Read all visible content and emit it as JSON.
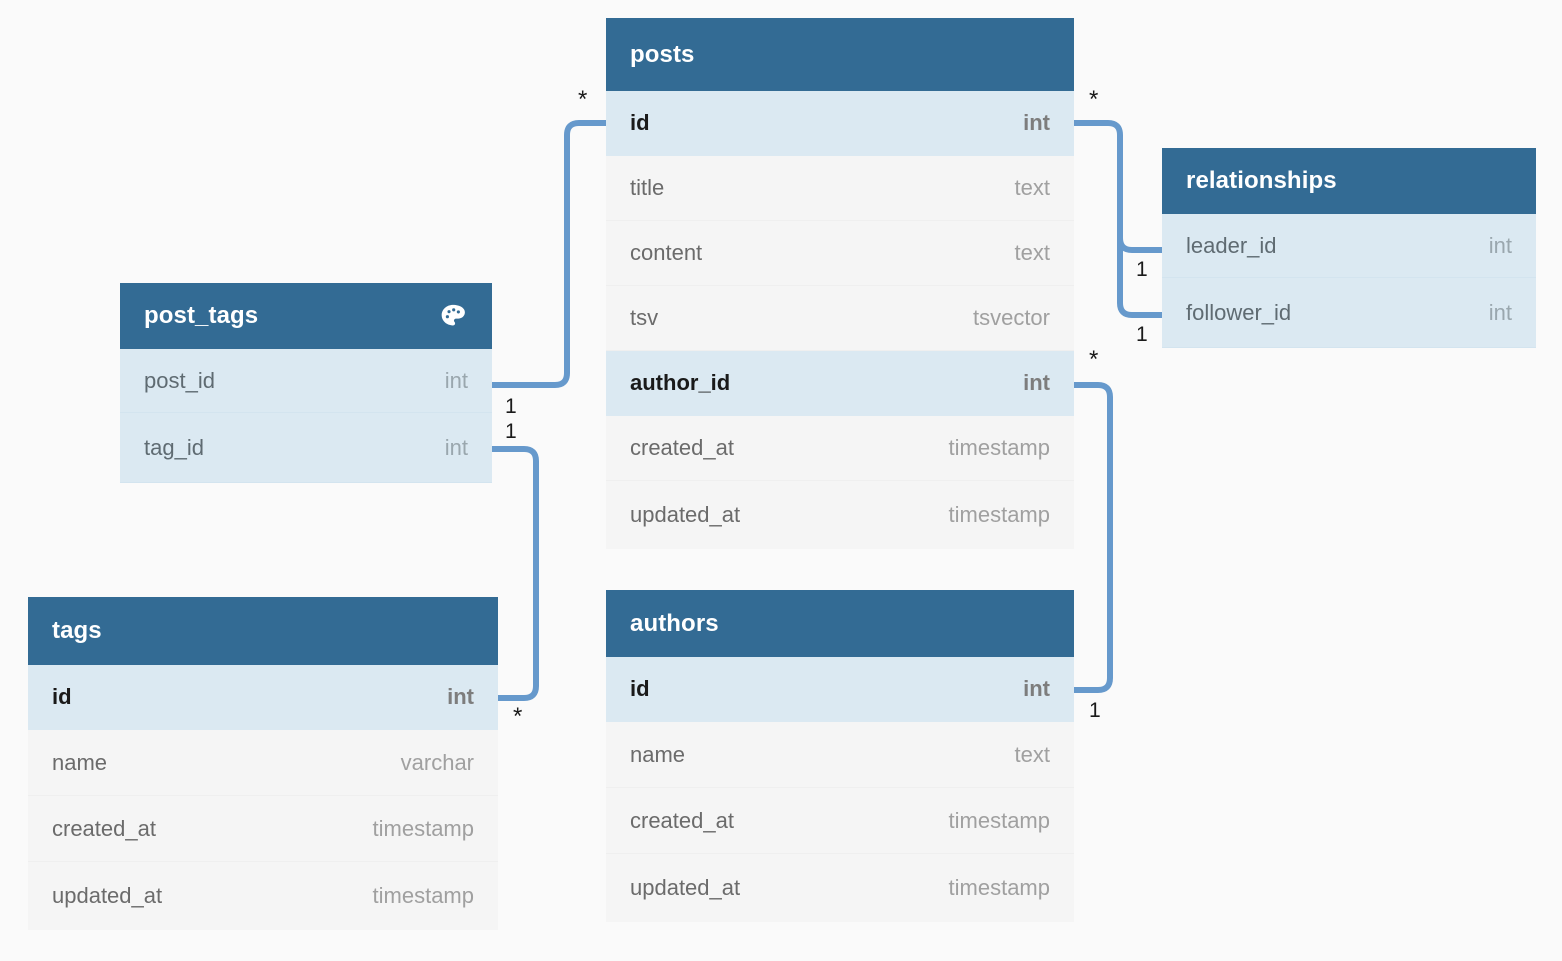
{
  "diagram": {
    "type": "entity-relationship-diagram",
    "background_color": "#fafafa",
    "header_color": "#336b94",
    "pk_row_color": "#dbe9f2",
    "row_color": "#f5f5f5",
    "edge_color": "#6699cc"
  },
  "tables": [
    {
      "id": "posts",
      "name": "posts",
      "icon": null,
      "columns": [
        {
          "name": "id",
          "type": "int",
          "key": true
        },
        {
          "name": "title",
          "type": "text",
          "key": false
        },
        {
          "name": "content",
          "type": "text",
          "key": false
        },
        {
          "name": "tsv",
          "type": "tsvector",
          "key": false
        },
        {
          "name": "author_id",
          "type": "int",
          "key": true
        },
        {
          "name": "created_at",
          "type": "timestamp",
          "key": false
        },
        {
          "name": "updated_at",
          "type": "timestamp",
          "key": false
        }
      ]
    },
    {
      "id": "post_tags",
      "name": "post_tags",
      "icon": "palette-icon",
      "columns": [
        {
          "name": "post_id",
          "type": "int",
          "key": false
        },
        {
          "name": "tag_id",
          "type": "int",
          "key": false
        }
      ]
    },
    {
      "id": "relationships",
      "name": "relationships",
      "icon": null,
      "columns": [
        {
          "name": "leader_id",
          "type": "int",
          "key": false
        },
        {
          "name": "follower_id",
          "type": "int",
          "key": false
        }
      ]
    },
    {
      "id": "tags",
      "name": "tags",
      "icon": null,
      "columns": [
        {
          "name": "id",
          "type": "int",
          "key": true
        },
        {
          "name": "name",
          "type": "varchar",
          "key": false
        },
        {
          "name": "created_at",
          "type": "timestamp",
          "key": false
        },
        {
          "name": "updated_at",
          "type": "timestamp",
          "key": false
        }
      ]
    },
    {
      "id": "authors",
      "name": "authors",
      "icon": null,
      "columns": [
        {
          "name": "id",
          "type": "int",
          "key": true
        },
        {
          "name": "name",
          "type": "text",
          "key": false
        },
        {
          "name": "created_at",
          "type": "timestamp",
          "key": false
        },
        {
          "name": "updated_at",
          "type": "timestamp",
          "key": false
        }
      ]
    }
  ],
  "relationships": [
    {
      "id": "post_tags-posts",
      "from_table": "post_tags",
      "from_column": "post_id",
      "from_cardinality": "1",
      "to_table": "posts",
      "to_column": "id",
      "to_cardinality": "*"
    },
    {
      "id": "post_tags-tags",
      "from_table": "post_tags",
      "from_column": "tag_id",
      "from_cardinality": "1",
      "to_table": "tags",
      "to_column": "id",
      "to_cardinality": "*"
    },
    {
      "id": "posts-relationships-leader",
      "from_table": "posts",
      "from_column": "id",
      "from_cardinality": "*",
      "to_table": "relationships",
      "to_column": "leader_id",
      "to_cardinality": "1"
    },
    {
      "id": "posts-relationships-follower",
      "from_table": "posts",
      "from_column": "id",
      "from_cardinality": "*",
      "to_table": "relationships",
      "to_column": "follower_id",
      "to_cardinality": "1"
    },
    {
      "id": "posts-authors",
      "from_table": "posts",
      "from_column": "author_id",
      "from_cardinality": "*",
      "to_table": "authors",
      "to_column": "id",
      "to_cardinality": "1"
    }
  ],
  "cardinality_labels": {
    "posts_id_left_star": "*",
    "posts_id_right_star": "*",
    "post_tags_post_id_one": "1",
    "post_tags_tag_id_one": "1",
    "tags_id_star": "*",
    "relationships_leader_one": "1",
    "relationships_follower_one": "1",
    "posts_author_id_star": "*",
    "authors_id_one": "1"
  }
}
